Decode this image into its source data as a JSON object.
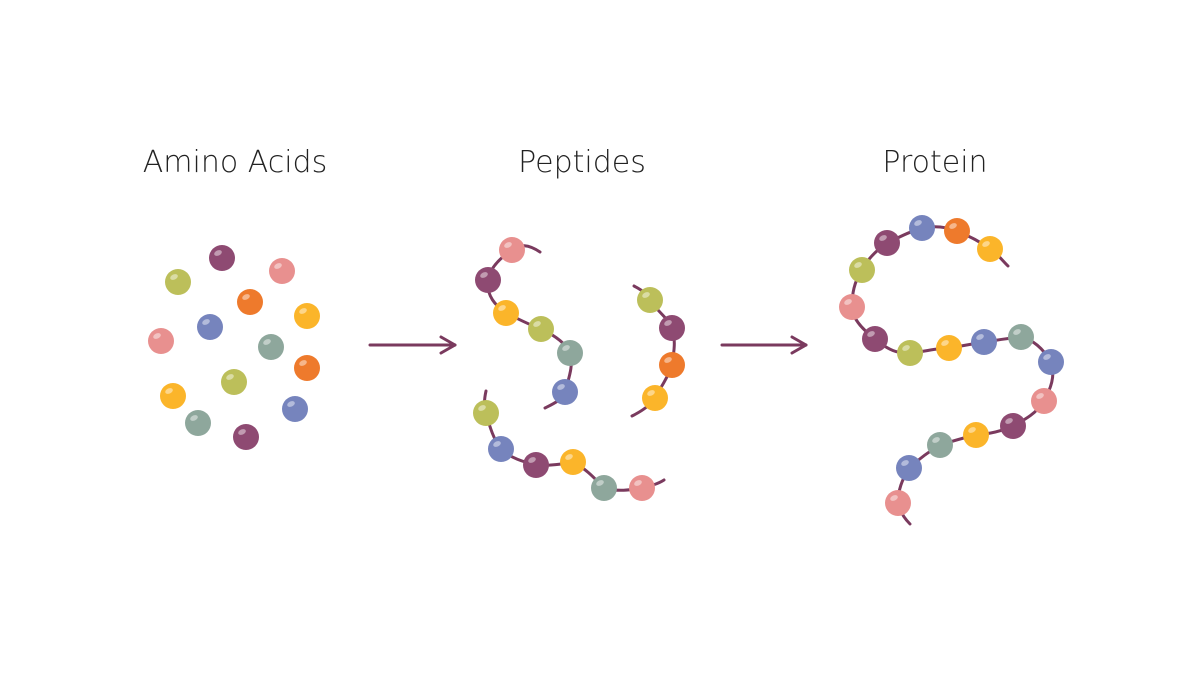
{
  "stages": [
    {
      "id": "amino-acids",
      "title": "Amino Acids"
    },
    {
      "id": "peptides",
      "title": "Peptides"
    },
    {
      "id": "protein",
      "title": "Protein"
    }
  ],
  "colors": {
    "chain": "#7a3a5e",
    "arrow": "#7a3a5e",
    "title": "#222222",
    "olive": "#bcbf5a",
    "plum": "#8e4a72",
    "pink": "#e8908f",
    "orange": "#ee7a2c",
    "slate": "#7684bd",
    "gold": "#fbb52a",
    "sage": "#8ea79c"
  }
}
